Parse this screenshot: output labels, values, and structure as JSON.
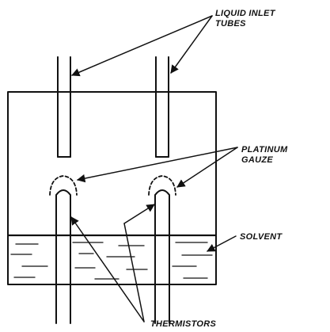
{
  "labels": {
    "liquid_inlet_line1": "LIQUID INLET",
    "liquid_inlet_line2": "TUBES",
    "platinum_line1": "PLATINUM",
    "platinum_line2": "GAUZE",
    "solvent": "SOLVENT",
    "thermistors": "THERMISTORS"
  },
  "colors": {
    "ink": "#111111",
    "background": "#ffffff"
  }
}
